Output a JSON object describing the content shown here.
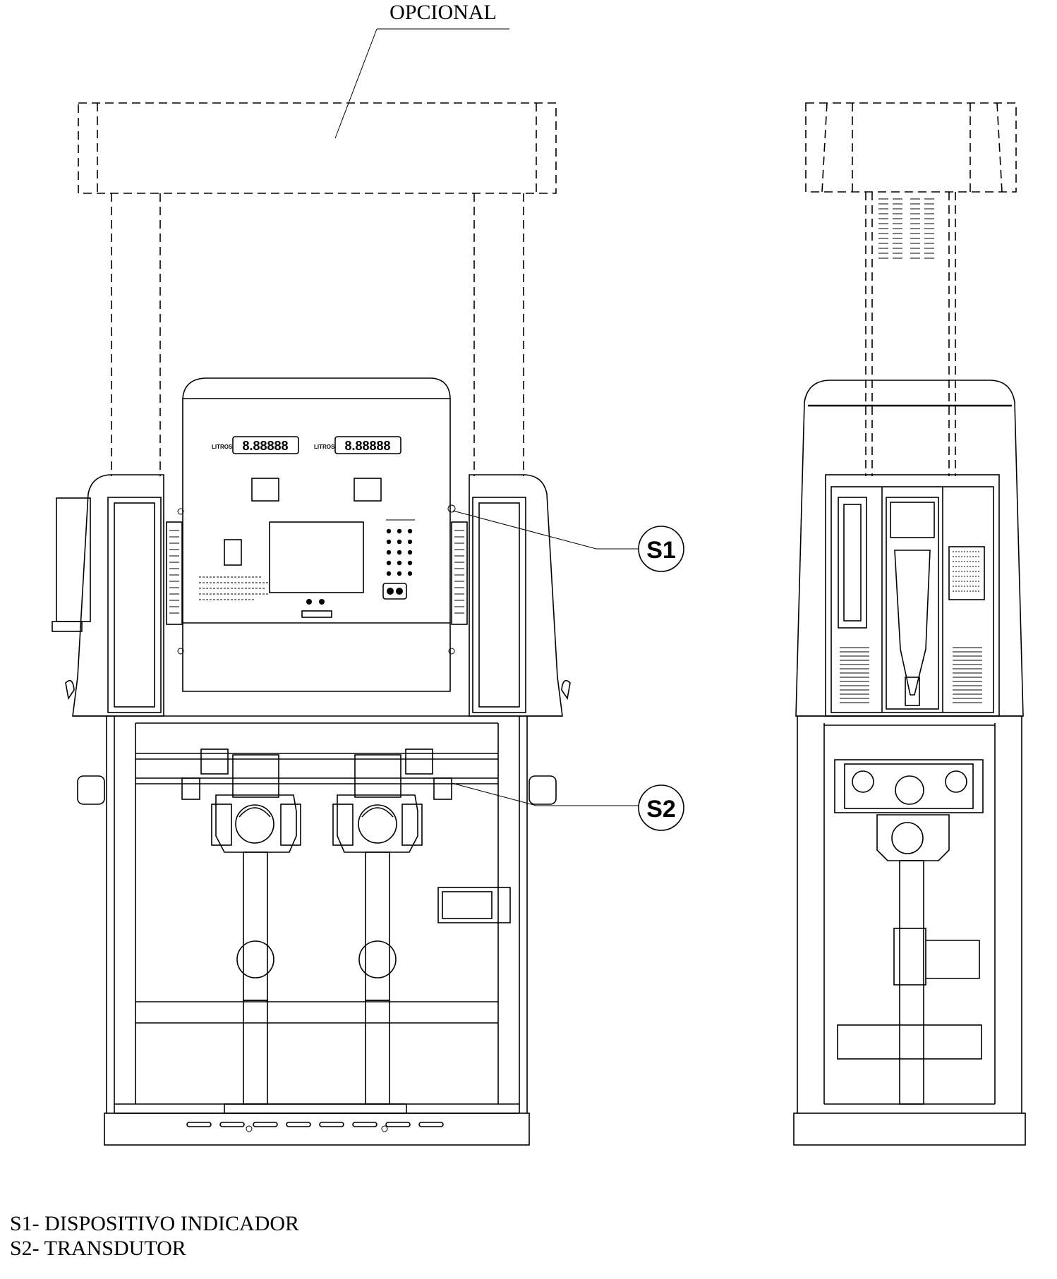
{
  "callouts": {
    "optional": "OPCIONAL",
    "s1": "S1",
    "s2": "S2"
  },
  "display": {
    "unit_label": "LITROS",
    "digits": "8.88888"
  },
  "legend": [
    {
      "text": "S1- DISPOSITIVO INDICADOR"
    },
    {
      "text": "S2- TRANSDUTOR"
    }
  ]
}
